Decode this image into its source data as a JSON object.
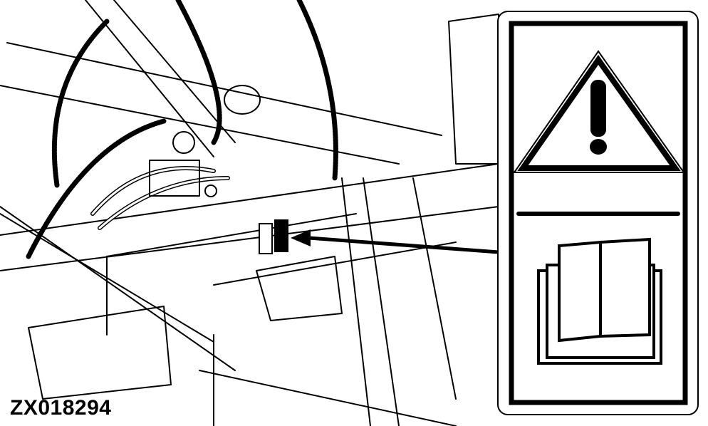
{
  "figure": {
    "id_label": "ZX018294",
    "subject": "Machine frame with hydraulic valve block, pressure gauge, hoses and safety decal location",
    "colors": {
      "line": "#000000",
      "background": "#ffffff"
    }
  },
  "callout": {
    "arrow": "pointer-arrow-to-decal",
    "decal": {
      "upper_symbol": "warning-triangle-exclamation-icon",
      "lower_symbol": "open-book-manual-icon",
      "meaning": "Read operator's manual"
    }
  }
}
